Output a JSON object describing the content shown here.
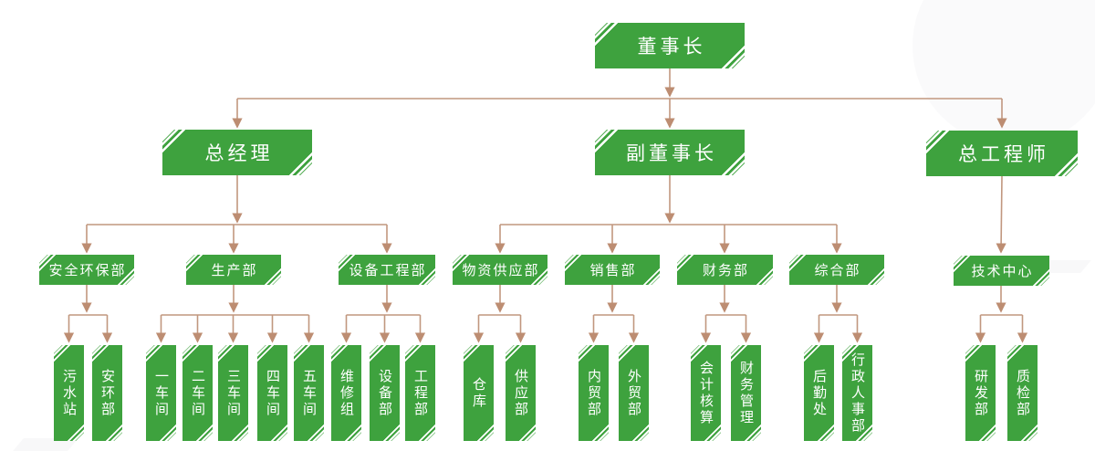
{
  "org": {
    "level1": [
      {
        "label": "董事长"
      }
    ],
    "level2": [
      {
        "label": "总经理"
      },
      {
        "label": "副董事长"
      },
      {
        "label": "总工程师"
      }
    ],
    "level3": [
      {
        "label": "安全环保部"
      },
      {
        "label": "生产部"
      },
      {
        "label": "设备工程部"
      },
      {
        "label": "物资供应部"
      },
      {
        "label": "销售部"
      },
      {
        "label": "财务部"
      },
      {
        "label": "综合部"
      },
      {
        "label": "技术中心"
      }
    ],
    "level4": [
      {
        "label": "污水站"
      },
      {
        "label": "安环部"
      },
      {
        "label": "一车间"
      },
      {
        "label": "二车间"
      },
      {
        "label": "三车间"
      },
      {
        "label": "四车间"
      },
      {
        "label": "五车间"
      },
      {
        "label": "维修组"
      },
      {
        "label": "设备部"
      },
      {
        "label": "工程部"
      },
      {
        "label": "仓库"
      },
      {
        "label": "供应部"
      },
      {
        "label": "内贸部"
      },
      {
        "label": "外贸部"
      },
      {
        "label": "会计核算"
      },
      {
        "label": "财务管理"
      },
      {
        "label": "后勤处"
      },
      {
        "label": "行政人事部"
      },
      {
        "label": "研发部"
      },
      {
        "label": "质检部"
      }
    ]
  },
  "colors": {
    "node_green": "#3EA23E",
    "connector_tan": "#C1977F",
    "text_white": "#FFFFFF",
    "background": "#FFFFFF"
  }
}
